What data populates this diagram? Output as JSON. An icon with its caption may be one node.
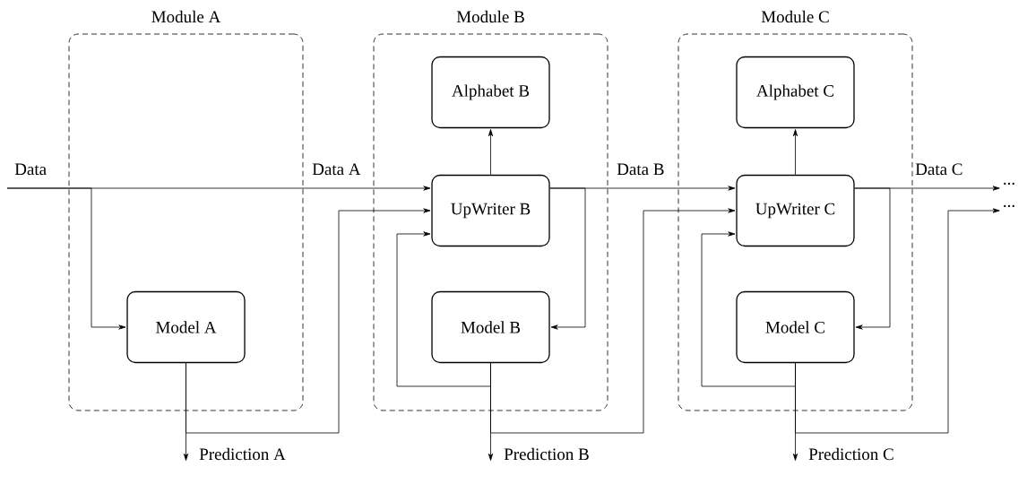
{
  "diagram": {
    "nodes": [
      {
        "text": [
          "Module A"
        ]
      },
      {
        "text": [
          "Model A"
        ],
        "in": 0
      },
      {
        "text": [
          "Module B"
        ]
      },
      {
        "text": [
          "Alphabet B"
        ],
        "in": 2
      },
      {
        "text": [
          "UpWriter B"
        ],
        "in": 2
      },
      {
        "text": [
          "Model B"
        ],
        "in": 2
      },
      {
        "text": [
          "Module C"
        ]
      },
      {
        "text": [
          "Alphabet C"
        ],
        "in": 6
      },
      {
        "text": [
          "UpWriter C"
        ],
        "in": 6
      },
      {
        "text": [
          "Model C"
        ],
        "in": 6
      },
      {
        "text": [
          "..."
        ]
      },
      {
        "text": [
          "..."
        ]
      }
    ],
    "edges": [
      {
        "from": null,
        "to": 1,
        "arrow": "to",
        "label": "Data"
      },
      {
        "from": null,
        "to": 4,
        "arrow": "to",
        "label": "Data A"
      },
      {
        "from": 1,
        "to": null,
        "arrow": "to",
        "label": "Prediction A"
      },
      {
        "from": 1,
        "to": 4,
        "arrow": "to"
      },
      {
        "from": 4,
        "to": 3,
        "arrow": "to"
      },
      {
        "from": 4,
        "to": 5,
        "arrow": "to"
      },
      {
        "from": 5,
        "to": 4,
        "arrow": "to"
      },
      {
        "from": 5,
        "to": null,
        "arrow": "to",
        "label": "Prediction B"
      },
      {
        "from": 4,
        "to": 8,
        "arrow": "to",
        "label": "Data B"
      },
      {
        "from": 5,
        "to": 8,
        "arrow": "to"
      },
      {
        "from": 8,
        "to": 7,
        "arrow": "to"
      },
      {
        "from": 8,
        "to": 9,
        "arrow": "to"
      },
      {
        "from": 9,
        "to": 8,
        "arrow": "to"
      },
      {
        "from": 9,
        "to": null,
        "arrow": "to",
        "label": "Prediction C"
      },
      {
        "from": 8,
        "to": 10,
        "arrow": "to",
        "label": "Data C"
      },
      {
        "from": 9,
        "to": 11,
        "arrow": "to"
      }
    ]
  }
}
